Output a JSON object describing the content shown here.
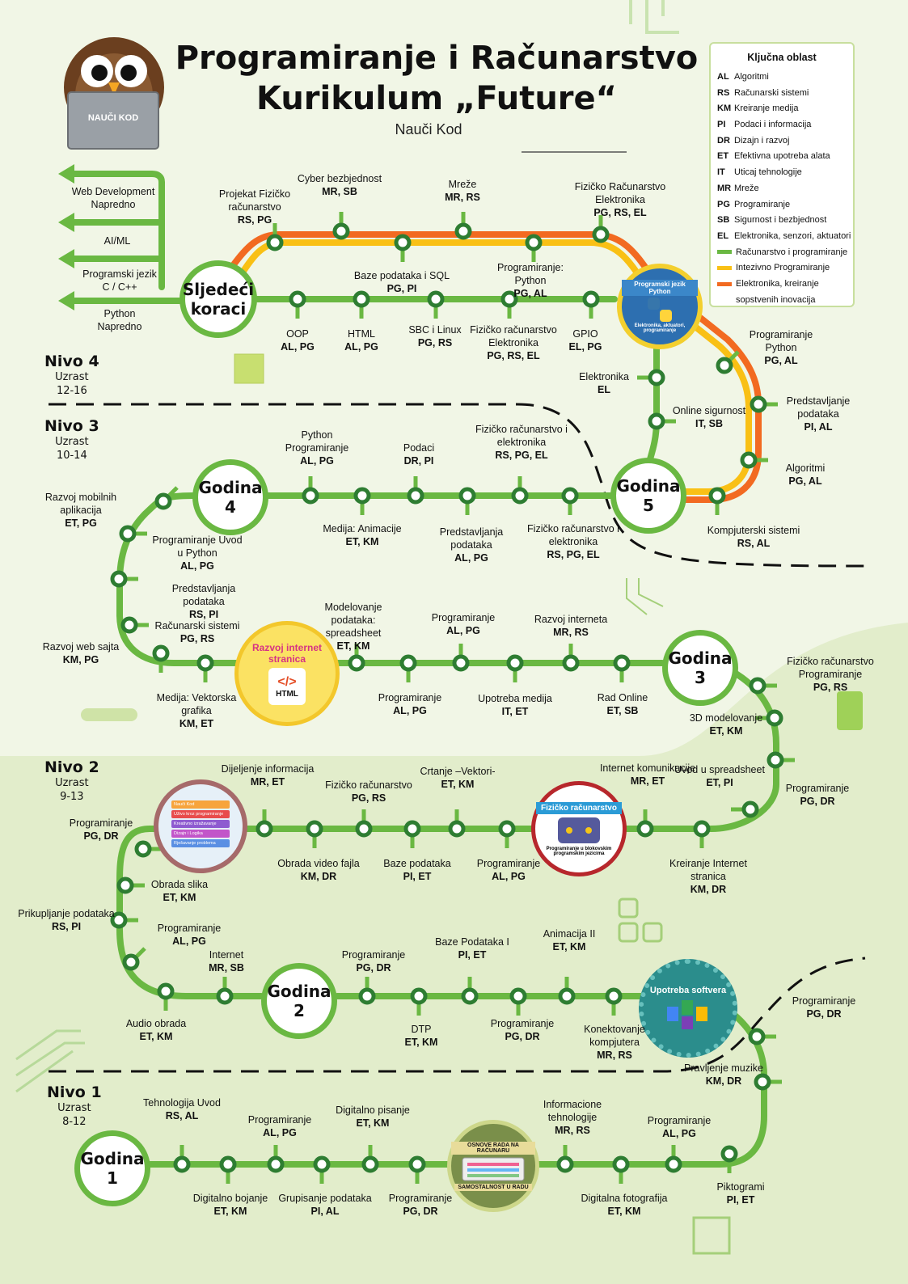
{
  "header": {
    "title_line1": "Programiranje i Računarstvo",
    "title_line2": "Kurikulum „Future“",
    "subtitle": "Nauči Kod",
    "logo_text": "NAUČI KOD"
  },
  "legend": {
    "title": "Ključna oblast",
    "items": [
      {
        "code": "AL",
        "text": "Algoritmi"
      },
      {
        "code": "RS",
        "text": "Računarski sistemi"
      },
      {
        "code": "KM",
        "text": "Kreiranje medija"
      },
      {
        "code": "PI",
        "text": "Podaci i informacija"
      },
      {
        "code": "DR",
        "text": "Dizajn i razvoj"
      },
      {
        "code": "ET",
        "text": "Efektivna upotreba alata"
      },
      {
        "code": "IT",
        "text": "Uticaj tehnologije"
      },
      {
        "code": "MR",
        "text": "Mreže"
      },
      {
        "code": "PG",
        "text": "Programiranje"
      },
      {
        "code": "SB",
        "text": "Sigurnost i bezbjednost"
      },
      {
        "code": "EL",
        "text": "Elektronika, senzori, aktuatori"
      }
    ],
    "tracks": [
      {
        "color": "#6ab842",
        "text": "Računarstvo i programiranje"
      },
      {
        "color": "#f9c015",
        "text": "Intezivno Programiranje"
      },
      {
        "color": "#f26a21",
        "text": "Elektronika, kreiranje"
      },
      {
        "color": "",
        "text": "sopstvenih inovacija"
      }
    ]
  },
  "colors": {
    "green": "#6ab842",
    "yellow": "#f9c015",
    "orange": "#f26a21",
    "dark_green": "#2e7d32"
  },
  "levels": [
    {
      "name": "Nivo 4",
      "age_label": "Uzrast",
      "age": "12-16"
    },
    {
      "name": "Nivo 3",
      "age_label": "Uzrast",
      "age": "10-14"
    },
    {
      "name": "Nivo 2",
      "age_label": "Uzrast",
      "age": "9-13"
    },
    {
      "name": "Nivo 1",
      "age_label": "Uzrast",
      "age": "8-12"
    }
  ],
  "hubs": [
    {
      "line1": "Sljedeći",
      "line2": "koraci"
    },
    {
      "line1": "Godina",
      "line2": "5"
    },
    {
      "line1": "Godina",
      "line2": "4"
    },
    {
      "line1": "Godina",
      "line2": "3"
    },
    {
      "line1": "Godina",
      "line2": "2"
    },
    {
      "line1": "Godina",
      "line2": "1"
    }
  ],
  "next_steps": [
    {
      "text": "Web Development Napredno"
    },
    {
      "text": "AI/ML"
    },
    {
      "text": "Programski jezik C / C++"
    },
    {
      "text": "Python Napredno"
    }
  ],
  "badges": {
    "python": "Programski jezik Python",
    "python_sub": "Elektronika, aktuatori, programiranje",
    "html": "Razvoj internet stranica",
    "html_icon": "HTML",
    "fizicko": "Fizičko računarstvo",
    "fizicko_sub": "Programiranje u blokovskim programskim jezicima",
    "softver": "Upotreba softvera",
    "osnove_top": "OSNOVE RADA NA RAČUNARU",
    "osnove_bottom": "SAMOSTALNOST U RADU",
    "scratch_items": [
      "Nauči Kod",
      "Uživo kroz programiranje",
      "Kreativno izražavanje",
      "Dizajn i Logika",
      "Rješavanje problema"
    ]
  },
  "topics": [
    {
      "id": "t01",
      "text": "Projekat Fizičko računarstvo",
      "codes": "RS, PG"
    },
    {
      "id": "t02",
      "text": "Cyber bezbjednost",
      "codes": "MR, SB"
    },
    {
      "id": "t03",
      "text": "Mreže",
      "codes": "MR, RS"
    },
    {
      "id": "t04",
      "text": "Fizičko Računarstvo Elektronika",
      "codes": "PG, RS, EL"
    },
    {
      "id": "t05",
      "text": "Baze podataka i SQL",
      "codes": "PG, PI"
    },
    {
      "id": "t06",
      "text": "Programiranje: Python",
      "codes": "PG, AL"
    },
    {
      "id": "t07",
      "text": "OOP",
      "codes": "AL, PG"
    },
    {
      "id": "t08",
      "text": "HTML",
      "codes": "AL, PG"
    },
    {
      "id": "t09",
      "text": "SBC i Linux",
      "codes": "PG, RS"
    },
    {
      "id": "t10",
      "text": "Fizičko računarstvo Elektronika",
      "codes": "PG, RS, EL"
    },
    {
      "id": "t11",
      "text": "GPIO",
      "codes": "EL, PG"
    },
    {
      "id": "t12",
      "text": "Elektronika",
      "codes": "EL"
    },
    {
      "id": "t13",
      "text": "Online sigurnost",
      "codes": "IT, SB"
    },
    {
      "id": "t14",
      "text": "Programiranje Python",
      "codes": "PG, AL"
    },
    {
      "id": "t15",
      "text": "Predstavljanje podataka",
      "codes": "PI, AL"
    },
    {
      "id": "t16",
      "text": "Algoritmi",
      "codes": "PG, AL"
    },
    {
      "id": "t17",
      "text": "Kompjuterski sistemi",
      "codes": "RS, AL"
    },
    {
      "id": "t18",
      "text": "Python Programiranje",
      "codes": "AL, PG"
    },
    {
      "id": "t19",
      "text": "Podaci",
      "codes": "DR, PI"
    },
    {
      "id": "t20",
      "text": "Fizičko računarstvo i elektronika",
      "codes": "RS, PG, EL"
    },
    {
      "id": "t21",
      "text": "Medija: Animacije",
      "codes": "ET, KM"
    },
    {
      "id": "t22",
      "text": "Predstavljanja podataka",
      "codes": "AL, PG"
    },
    {
      "id": "t23",
      "text": "Fizičko računarstvo i elektronika",
      "codes": "RS, PG, EL"
    },
    {
      "id": "t24",
      "text": "Razvoj mobilnih aplikacija",
      "codes": "ET, PG"
    },
    {
      "id": "t25",
      "text": "Programiranje Uvod u Python",
      "codes": "AL, PG"
    },
    {
      "id": "t26",
      "text": "Predstavljanja podataka",
      "codes": "RS, PI"
    },
    {
      "id": "t27",
      "text": "Računarski sistemi",
      "codes": "PG, RS"
    },
    {
      "id": "t28",
      "text": "Razvoj web sajta",
      "codes": "KM, PG"
    },
    {
      "id": "t29",
      "text": "Medija: Vektorska grafika",
      "codes": "KM, ET"
    },
    {
      "id": "t30",
      "text": "Modelovanje podataka: spreadsheet",
      "codes": "ET, KM"
    },
    {
      "id": "t31",
      "text": "Programiranje",
      "codes": "AL, PG"
    },
    {
      "id": "t32",
      "text": "Razvoj interneta",
      "codes": "MR, RS"
    },
    {
      "id": "t33",
      "text": "Programiranje",
      "codes": "AL, PG"
    },
    {
      "id": "t34",
      "text": "Upotreba medija",
      "codes": "IT, ET"
    },
    {
      "id": "t35",
      "text": "Rad Online",
      "codes": "ET, SB"
    },
    {
      "id": "t36",
      "text": "Fizičko računarstvo Programiranje",
      "codes": "PG, RS"
    },
    {
      "id": "t37",
      "text": "3D modelovanje",
      "codes": "ET, KM"
    },
    {
      "id": "t38",
      "text": "Programiranje",
      "codes": "PG, DR"
    },
    {
      "id": "t39",
      "text": "Uvod u spreadsheet",
      "codes": "ET, PI"
    },
    {
      "id": "t40",
      "text": "Dijeljenje informacija",
      "codes": "MR, ET"
    },
    {
      "id": "t41",
      "text": "Fizičko računarstvo",
      "codes": "PG, RS"
    },
    {
      "id": "t42",
      "text": "Crtanje –Vektori-",
      "codes": "ET, KM"
    },
    {
      "id": "t43",
      "text": "Internet komunikacije",
      "codes": "MR, ET"
    },
    {
      "id": "t44",
      "text": "Obrada video fajla",
      "codes": "KM, DR"
    },
    {
      "id": "t45",
      "text": "Baze podataka",
      "codes": "PI, ET"
    },
    {
      "id": "t46",
      "text": "Programiranje",
      "codes": "AL, PG"
    },
    {
      "id": "t47",
      "text": "Kreiranje Internet stranica",
      "codes": "KM, DR"
    },
    {
      "id": "t48",
      "text": "Programiranje",
      "codes": "PG, DR"
    },
    {
      "id": "t49",
      "text": "Obrada slika",
      "codes": "ET, KM"
    },
    {
      "id": "t50",
      "text": "Prikupljanje podataka",
      "codes": "RS, PI"
    },
    {
      "id": "t51",
      "text": "Programiranje",
      "codes": "AL, PG"
    },
    {
      "id": "t52",
      "text": "Audio obrada",
      "codes": "ET, KM"
    },
    {
      "id": "t53",
      "text": "Internet",
      "codes": "MR, SB"
    },
    {
      "id": "t54",
      "text": "Programiranje",
      "codes": "PG, DR"
    },
    {
      "id": "t55",
      "text": "Baze Podataka I",
      "codes": "PI, ET"
    },
    {
      "id": "t56",
      "text": "Animacija II",
      "codes": "ET, KM"
    },
    {
      "id": "t57",
      "text": "DTP",
      "codes": "ET, KM"
    },
    {
      "id": "t58",
      "text": "Programiranje",
      "codes": "PG, DR"
    },
    {
      "id": "t59",
      "text": "Konektovanje kompjutera",
      "codes": "MR, RS"
    },
    {
      "id": "t60",
      "text": "Programiranje",
      "codes": "PG, DR"
    },
    {
      "id": "t61",
      "text": "Pravljenje muzike",
      "codes": "KM, DR"
    },
    {
      "id": "t62",
      "text": "Piktogrami",
      "codes": "PI, ET"
    },
    {
      "id": "t63",
      "text": "Tehnologija Uvod",
      "codes": "RS, AL"
    },
    {
      "id": "t64",
      "text": "Programiranje",
      "codes": "AL, PG"
    },
    {
      "id": "t65",
      "text": "Digitalno pisanje",
      "codes": "ET, KM"
    },
    {
      "id": "t66",
      "text": "Informacione tehnologije",
      "codes": "MR, RS"
    },
    {
      "id": "t67",
      "text": "Programiranje",
      "codes": "AL, PG"
    },
    {
      "id": "t68",
      "text": "Digitalno bojanje",
      "codes": "ET, KM"
    },
    {
      "id": "t69",
      "text": "Grupisanje podataka",
      "codes": "PI, AL"
    },
    {
      "id": "t70",
      "text": "Programiranje",
      "codes": "PG, DR"
    },
    {
      "id": "t71",
      "text": "Digitalna fotografija",
      "codes": "ET, KM"
    }
  ]
}
